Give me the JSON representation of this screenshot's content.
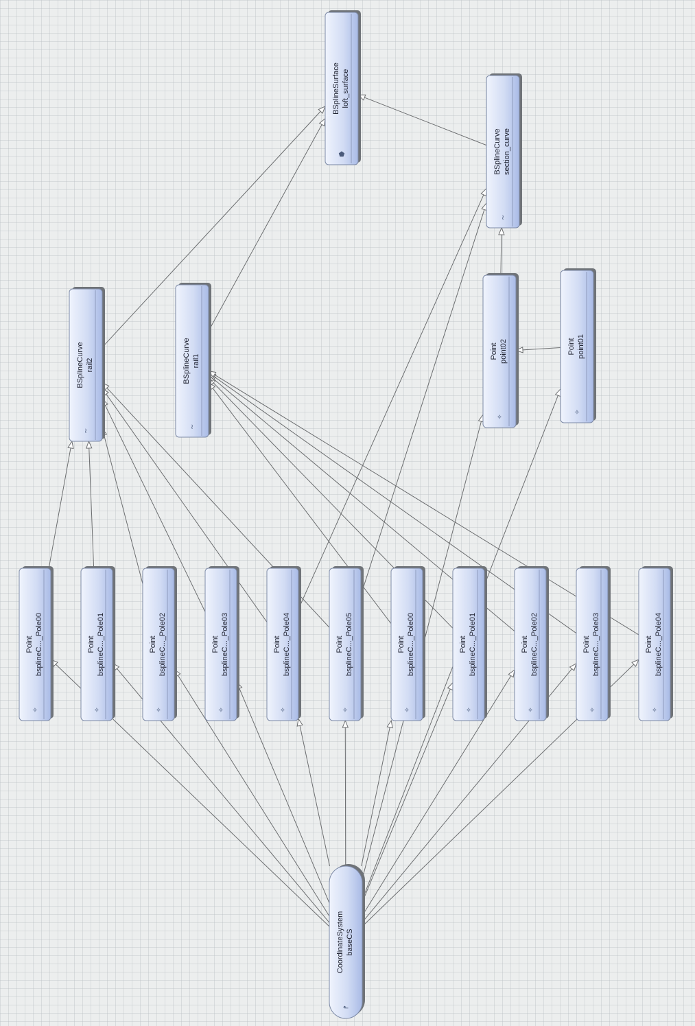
{
  "nodes": [
    {
      "id": "baseCS",
      "type_label": "CoordinateSystem",
      "name": "baseCS",
      "icon": "coordinate-axes-icon",
      "shape": "pill"
    },
    {
      "id": "p1",
      "type_label": "Point",
      "name": "bsplineC..._Pole00",
      "icon": "point-icon"
    },
    {
      "id": "p2",
      "type_label": "Point",
      "name": "bsplineC..._Pole01",
      "icon": "point-icon"
    },
    {
      "id": "p3",
      "type_label": "Point",
      "name": "bsplineC..._Pole02",
      "icon": "point-icon"
    },
    {
      "id": "p4",
      "type_label": "Point",
      "name": "bsplineC..._Pole03",
      "icon": "point-icon"
    },
    {
      "id": "p5",
      "type_label": "Point",
      "name": "bsplineC..._Pole04",
      "icon": "point-icon"
    },
    {
      "id": "p6",
      "type_label": "Point",
      "name": "bsplineC..._Pole05",
      "icon": "point-icon"
    },
    {
      "id": "p7",
      "type_label": "Point",
      "name": "bsplineC..._Pole00",
      "icon": "point-icon"
    },
    {
      "id": "p8",
      "type_label": "Point",
      "name": "bsplineC..._Pole01",
      "icon": "point-icon"
    },
    {
      "id": "p9",
      "type_label": "Point",
      "name": "bsplineC..._Pole02",
      "icon": "point-icon"
    },
    {
      "id": "p10",
      "type_label": "Point",
      "name": "bsplineC..._Pole03",
      "icon": "point-icon"
    },
    {
      "id": "p11",
      "type_label": "Point",
      "name": "bsplineC..._Pole04",
      "icon": "point-icon"
    },
    {
      "id": "rail2",
      "type_label": "BSplineCurve",
      "name": "rail2",
      "icon": "curve-icon"
    },
    {
      "id": "rail1",
      "type_label": "BSplineCurve",
      "name": "rail1",
      "icon": "curve-icon"
    },
    {
      "id": "point02",
      "type_label": "Point",
      "name": "point02",
      "icon": "point-icon"
    },
    {
      "id": "point01",
      "type_label": "Point",
      "name": "point01",
      "icon": "point-icon"
    },
    {
      "id": "section_curve",
      "type_label": "BSplineCurve",
      "name": "section_curve",
      "icon": "curve-icon"
    },
    {
      "id": "loft_surface",
      "type_label": "BSplineSurface",
      "name": "loft_surface",
      "icon": "surface-icon"
    }
  ],
  "edges": [
    [
      "baseCS",
      "p1"
    ],
    [
      "baseCS",
      "p2"
    ],
    [
      "baseCS",
      "p3"
    ],
    [
      "baseCS",
      "p4"
    ],
    [
      "baseCS",
      "p5"
    ],
    [
      "baseCS",
      "p6"
    ],
    [
      "baseCS",
      "p7"
    ],
    [
      "baseCS",
      "p8"
    ],
    [
      "baseCS",
      "p9"
    ],
    [
      "baseCS",
      "p10"
    ],
    [
      "baseCS",
      "p11"
    ],
    [
      "baseCS",
      "point02"
    ],
    [
      "baseCS",
      "point01"
    ],
    [
      "p1",
      "rail2"
    ],
    [
      "p2",
      "rail2"
    ],
    [
      "p3",
      "rail2"
    ],
    [
      "p4",
      "rail2"
    ],
    [
      "p5",
      "rail2"
    ],
    [
      "p6",
      "rail2"
    ],
    [
      "p7",
      "rail1"
    ],
    [
      "p8",
      "rail1"
    ],
    [
      "p9",
      "rail1"
    ],
    [
      "p10",
      "rail1"
    ],
    [
      "p11",
      "rail1"
    ],
    [
      "p5",
      "section_curve"
    ],
    [
      "p6",
      "section_curve"
    ],
    [
      "point01",
      "point02"
    ],
    [
      "point02",
      "section_curve"
    ],
    [
      "rail2",
      "loft_surface"
    ],
    [
      "rail1",
      "loft_surface"
    ],
    [
      "section_curve",
      "loft_surface"
    ]
  ],
  "colors": {
    "node_top": "#eef2fc",
    "node_bottom": "#b3c3ea",
    "edge": "#6c6e70",
    "background": "#eceeee"
  }
}
